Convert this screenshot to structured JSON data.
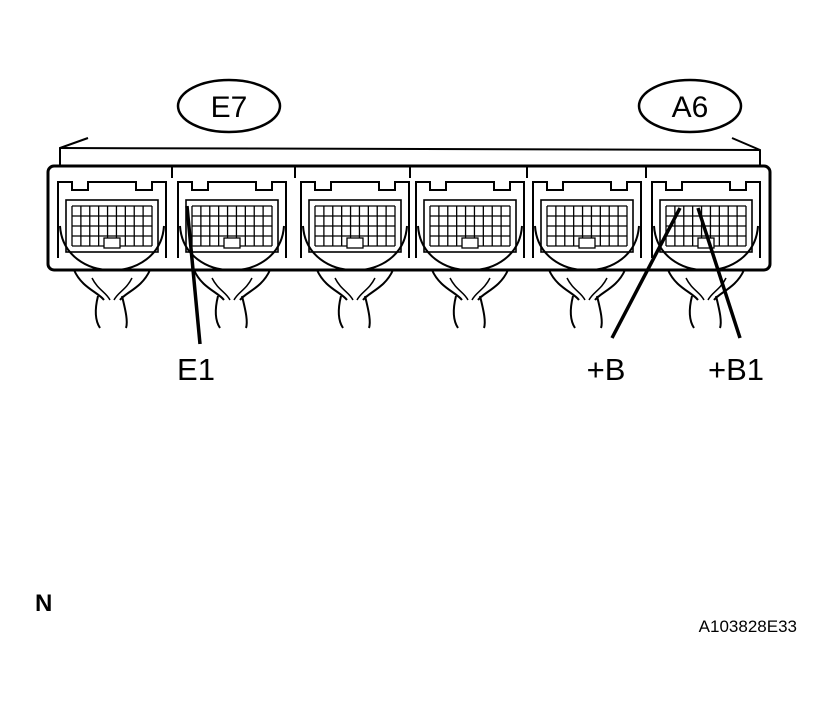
{
  "connectors": [
    {
      "name": "E7"
    },
    {
      "name": "A6"
    }
  ],
  "terminals": [
    {
      "label": "E1"
    },
    {
      "label": "+B"
    },
    {
      "label": "+B1"
    }
  ],
  "view_marker": "N",
  "figure_id": "A103828E33"
}
